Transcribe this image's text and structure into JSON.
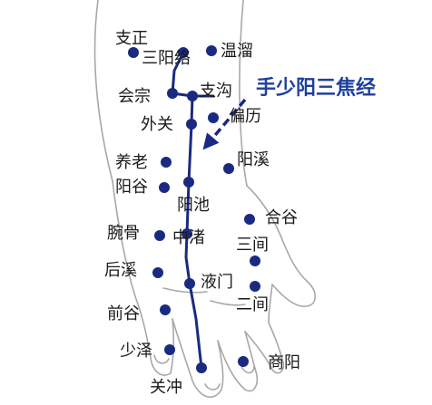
{
  "colors": {
    "point": "#1a2a80",
    "meridian_line": "#1a2a80",
    "outline": "#a8a8a8",
    "label_text": "#1a1a1a",
    "meridian_label": "#1e3f9e"
  },
  "meridian": {
    "name": "手少阳三焦经"
  },
  "points": [
    {
      "id": "zhizheng",
      "label": "支正"
    },
    {
      "id": "sanyangluo",
      "label": "三阳络"
    },
    {
      "id": "wenliu",
      "label": "温溜"
    },
    {
      "id": "huizong",
      "label": "会宗"
    },
    {
      "id": "zhigou",
      "label": "支沟"
    },
    {
      "id": "waiguan",
      "label": "外关"
    },
    {
      "id": "pianli",
      "label": "偏历"
    },
    {
      "id": "yanglao",
      "label": "养老"
    },
    {
      "id": "yangxi",
      "label": "阳溪"
    },
    {
      "id": "yanggu",
      "label": "阳谷"
    },
    {
      "id": "yangchi",
      "label": "阳池"
    },
    {
      "id": "hegu",
      "label": "合谷"
    },
    {
      "id": "wangu",
      "label": "腕骨"
    },
    {
      "id": "zhongzhu",
      "label": "中渚"
    },
    {
      "id": "sanjian",
      "label": "三间"
    },
    {
      "id": "houxi",
      "label": "后溪"
    },
    {
      "id": "yemen",
      "label": "液门"
    },
    {
      "id": "erjian",
      "label": "二间"
    },
    {
      "id": "qiangu",
      "label": "前谷"
    },
    {
      "id": "shaoze",
      "label": "少泽"
    },
    {
      "id": "shangyang",
      "label": "商阳"
    },
    {
      "id": "guanchong",
      "label": "关冲"
    }
  ]
}
